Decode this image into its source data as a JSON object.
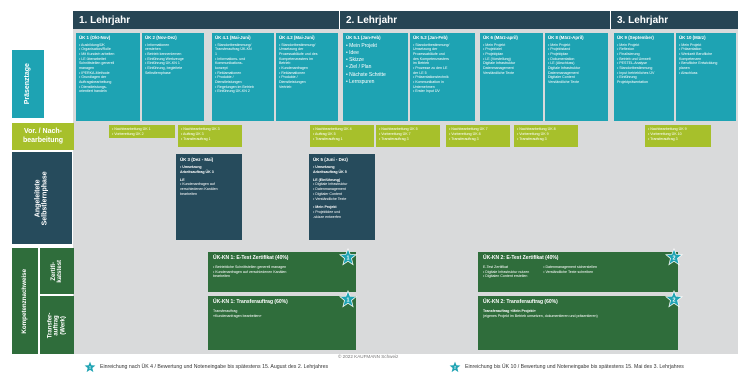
{
  "years": [
    "1.   Lehrjahr",
    "2. Lehrjahr",
    "3. Lehrjahr"
  ],
  "row_labels": {
    "praesenztage": "Präsenztage",
    "vor_nach": [
      "Vor. / Nach-",
      "bearbeitung"
    ],
    "angeleitete": [
      "Angeleitete",
      "Selbstlernphase"
    ],
    "kompetenz": "Kompetenznachweise",
    "zertifikatstest": [
      "Zertifi-",
      "katstest"
    ],
    "transferauftrag": [
      "Transfer-",
      "auftrag",
      "(Werk)"
    ]
  },
  "uk_blocks": [
    {
      "title": "ÜK 1 (Okt-Nov)",
      "lines": [
        "• Ausbildung/ÜK",
        "• Organisation/Rolle",
        "• Mit Kunde/n arbeiten",
        "• LE überarbeitet",
        "  Schnittstellen generell",
        "  managen",
        "• IPERKA-Methode",
        "• Grundlagen der",
        "  Auftragsbearbeitung",
        "• Dienstleistungs-",
        "  orientiert handeln"
      ]
    },
    {
      "title": "ÜK 2 (Nov-Dez)",
      "lines": [
        "• Informationen",
        "  verstehen",
        "• Betrieb kennenlernen",
        "• Einführung Werkzeuge",
        "• Einführung ÜK-KN 1",
        "• Einführung, begleitete",
        "  Selbstlernphase"
      ]
    },
    {
      "title": "ÜK 4.1 (Mai-Juni)",
      "lines": [
        "• Standortbestimmung/",
        "  Transferauftrag ÜK-KN",
        "  1",
        "• Informations- und",
        "  Kommunikations-",
        "  konzept",
        "• Reklamationen",
        "• Produkte /",
        "  Dienstleistungen",
        "• Regelungen im Betrieb",
        "• Einführung ÜK-KN 2"
      ]
    },
    {
      "title": "ÜK 4.2 (Mai-Juni)",
      "lines": [
        "• Standortbestimmung/",
        "  Umsetzung der",
        "  Prozessabläufe und des",
        "  Kompetenzrasters im",
        "  Betrieb",
        "• Kundenanfragen",
        "• Reklamationen",
        "• Produkte /",
        "  Dienstleistungen",
        "  Vertrieb"
      ]
    },
    {
      "title": "ÜK 5.1 (Jan-Feb)",
      "lines": [
        "• Mein Projekt",
        "    • Idee",
        "    • Skizze",
        "    • Ziel / Plan",
        "    • Nächste Schritte",
        "    • Lernspuren"
      ]
    },
    {
      "title": "ÜK 5.2 (Jan-Feb)",
      "lines": [
        "• Standortbestimmung/",
        "  Umsetzung der",
        "  Prozessabläufe und",
        "  des Kompetenzrasters",
        "  im Betrieb",
        "• Prozesse zu den LE",
        "  der LE 5",
        "• Präsentationstechnik",
        "• Kommunikation in",
        "  Unternehmen",
        "• Erster Input ÜV"
      ]
    },
    {
      "title": "ÜK 6 (März-april)",
      "lines": [
        "• Mein Projekt",
        "    • Projektziel",
        "    • Projektplan",
        "",
        "• LE (Vorstellung)",
        "  Digitale Infrastruktur",
        "  Datenmanagement",
        "  Verständliche Texte"
      ]
    },
    {
      "title": "ÜK 8 (März-April)",
      "lines": [
        "• Mein Projekt",
        "    • Projektstand",
        "    • Projektplan",
        "    • Dokumentation",
        "",
        "• LE (Abschluss)",
        "  Digitale Infrastruktur",
        "  Datenmanagement",
        "  Digitaler Content",
        "  Verständliche Texte"
      ]
    },
    {
      "title": "ÜK 9 (September)",
      "lines": [
        "• Mein Projekt",
        "    • Reflexion",
        "    • Finalisierung",
        "• Betrieb und Umwelt",
        "    • PESTEL-Analyse",
        "• Standortbestimmung",
        "• Input betriebliches ÜV",
        "• Einführung",
        "  Projektpräsentation"
      ]
    },
    {
      "title": "ÜK 10 (März)",
      "lines": [
        "• Mein Projekt",
        "    • Präsentation",
        "• Werkzeit Berufliche",
        "  Kompetenzen",
        "• Berufliche Entwicklung",
        "  planen",
        "• Abschluss"
      ]
    }
  ],
  "vn_blocks": [
    {
      "lines": [
        "• Nachbearbeitung ÜK 1",
        "• Vorbereitung ÜK 2"
      ]
    },
    {
      "lines": [
        "• Nachbearbeitung ÜK 3",
        "• Auftrag ÜK 3",
        "• Transferauftrag 1"
      ]
    },
    {
      "lines": [
        "• Nachbearbeitung ÜK 4",
        "• Auftrag ÜK 5",
        "• Transferauftrag 1"
      ]
    },
    {
      "lines": [
        "• Nachbearbeitung ÜK 5",
        "• Vorbereitung ÜK 7",
        "• Transferauftrag 3"
      ]
    },
    {
      "lines": [
        "• Nachbearbeitung ÜK 7",
        "• Vorbereitung ÜK 8",
        "• Transferauftrag 3"
      ]
    },
    {
      "lines": [
        "• Nachbearbeitung ÜK 8",
        "• Vorbereitung ÜK 9",
        "• Transferauftrag 3"
      ]
    },
    {
      "lines": [
        "• Nachbearbeitung ÜK 9",
        "• Vorbereitung ÜK 10",
        "• Transferauftrag 3"
      ]
    }
  ],
  "asp_blocks": [
    {
      "title": "ÜK 3 (Dez - Mai)",
      "lines": [
        "• Umsetzung",
        "  Arbeitsauftrag ÜK 3",
        "",
        "LE",
        "• Kundenanfragen auf",
        "  verschiedenen Kanälen",
        "  bearbeiten"
      ]
    },
    {
      "title": "ÜK 5 (Juni - Dez)",
      "lines": [
        "• Umsetzung",
        "  Arbeitsauftrag ÜK 5",
        "",
        "LE (Einführung)",
        "• Digitale Infrastruktur",
        "• Datenmanagement",
        "• Digitaler Content",
        "• Verständliche Texte",
        "",
        "• Mein Projekt",
        "• Projektidee und",
        "  -skizze entwerfen"
      ]
    }
  ],
  "kn_blocks": [
    {
      "title": "ÜK-KN 1: E-Test  Zertifikat (40%)",
      "col1": [
        "• Betriebliche Schnittstellen generell managen",
        "• Kundenanfragen auf verschiedenen Kanälen",
        "  bearbeiten"
      ],
      "col2": []
    },
    {
      "title": "ÜK-KN 1: Transferauftrag (60%)",
      "col1": [
        "Transferauftrag",
        "«Kundenanfragen bearbeiten»"
      ],
      "col2": []
    },
    {
      "title": "ÜK-KN 2: E-Test  Zertifikat (40%)",
      "col1": [
        "E-Test Zertifikat",
        "• Digitale Infrastruktur nutzen",
        "• Digitalen Content erstellen"
      ],
      "col2": [
        "",
        "• Datenmanagement sicherstellen",
        "• Verständliche Texte schreiben"
      ]
    },
    {
      "title": "ÜK-KN 2: Transferauftrag (60%)",
      "col1": [
        "Transferauftrag «Mein Projekt»",
        "(eigenes Projekt im Betrieb umsetzen, dokumentieren und präsentieren)"
      ],
      "col2": []
    }
  ],
  "badge_numbers": [
    "1",
    "1",
    "2",
    "2"
  ],
  "footer": {
    "copyright": "© 2022 KAUFMANN Schweiz",
    "note1_num": "1",
    "note1": "Einreichung nach ÜK 4 / Bewertung und Noteneingabe bis spätestens 15. August des 2. Lehrjahres",
    "note2_num": "2",
    "note2": "Einreichung bis ÜK 10 / Bewertung und Noteneingabe bis spätestens 15. Mai des 3. Lehrjahres"
  },
  "colors": {
    "year_header": "#274554",
    "praesenz": "#1ea3b3",
    "vor_nach": "#a7c02b",
    "selbstlern": "#264b5c",
    "kompetenz": "#2f6d3b",
    "background": "#d9dadb",
    "star": "#1ea3b3"
  },
  "icons": {
    "badge": "star-badge-icon"
  }
}
